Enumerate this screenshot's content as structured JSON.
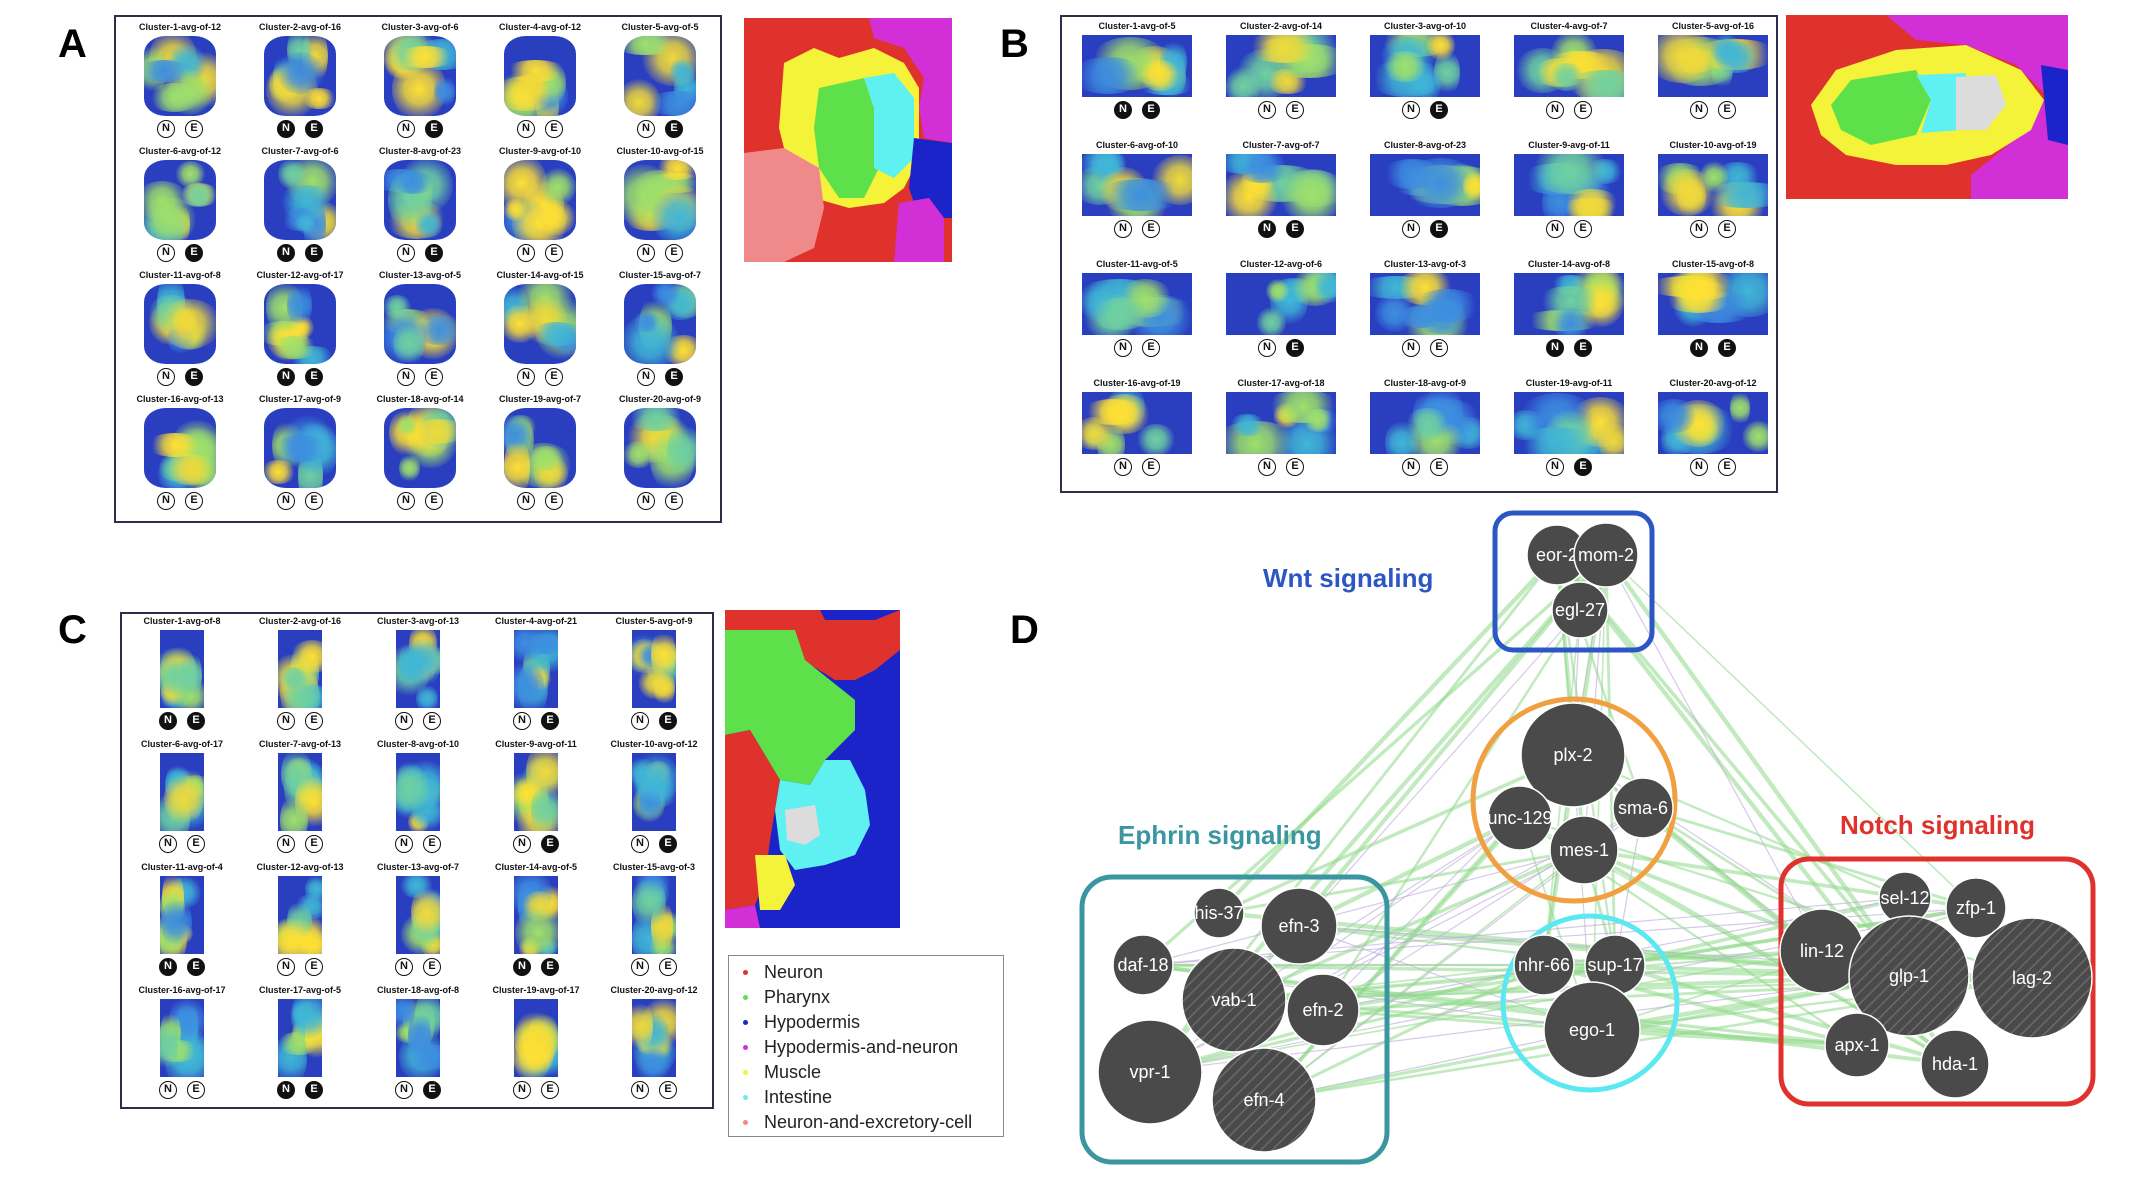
{
  "panel_letters": {
    "a": "A",
    "b": "B",
    "c": "C",
    "d": "D"
  },
  "panelA": {
    "clusters": [
      {
        "title": "Cluster-1-avg-of-12",
        "n": false,
        "e": false
      },
      {
        "title": "Cluster-2-avg-of-16",
        "n": true,
        "e": true
      },
      {
        "title": "Cluster-3-avg-of-6",
        "n": false,
        "e": true
      },
      {
        "title": "Cluster-4-avg-of-12",
        "n": false,
        "e": false
      },
      {
        "title": "Cluster-5-avg-of-5",
        "n": false,
        "e": true
      },
      {
        "title": "Cluster-6-avg-of-12",
        "n": false,
        "e": true
      },
      {
        "title": "Cluster-7-avg-of-6",
        "n": true,
        "e": true
      },
      {
        "title": "Cluster-8-avg-of-23",
        "n": false,
        "e": true
      },
      {
        "title": "Cluster-9-avg-of-10",
        "n": false,
        "e": false
      },
      {
        "title": "Cluster-10-avg-of-15",
        "n": false,
        "e": false
      },
      {
        "title": "Cluster-11-avg-of-8",
        "n": false,
        "e": true
      },
      {
        "title": "Cluster-12-avg-of-17",
        "n": true,
        "e": true
      },
      {
        "title": "Cluster-13-avg-of-5",
        "n": false,
        "e": false
      },
      {
        "title": "Cluster-14-avg-of-15",
        "n": false,
        "e": false
      },
      {
        "title": "Cluster-15-avg-of-7",
        "n": false,
        "e": true
      },
      {
        "title": "Cluster-16-avg-of-13",
        "n": false,
        "e": false
      },
      {
        "title": "Cluster-17-avg-of-9",
        "n": false,
        "e": false
      },
      {
        "title": "Cluster-18-avg-of-14",
        "n": false,
        "e": false
      },
      {
        "title": "Cluster-19-avg-of-7",
        "n": false,
        "e": false
      },
      {
        "title": "Cluster-20-avg-of-9",
        "n": false,
        "e": false
      }
    ]
  },
  "panelB": {
    "clusters": [
      {
        "title": "Cluster-1-avg-of-5",
        "n": true,
        "e": true
      },
      {
        "title": "Cluster-2-avg-of-14",
        "n": false,
        "e": false
      },
      {
        "title": "Cluster-3-avg-of-10",
        "n": false,
        "e": true
      },
      {
        "title": "Cluster-4-avg-of-7",
        "n": false,
        "e": false
      },
      {
        "title": "Cluster-5-avg-of-16",
        "n": false,
        "e": false
      },
      {
        "title": "Cluster-6-avg-of-10",
        "n": false,
        "e": false
      },
      {
        "title": "Cluster-7-avg-of-7",
        "n": true,
        "e": true
      },
      {
        "title": "Cluster-8-avg-of-23",
        "n": false,
        "e": true
      },
      {
        "title": "Cluster-9-avg-of-11",
        "n": false,
        "e": false
      },
      {
        "title": "Cluster-10-avg-of-19",
        "n": false,
        "e": false
      },
      {
        "title": "Cluster-11-avg-of-5",
        "n": false,
        "e": false
      },
      {
        "title": "Cluster-12-avg-of-6",
        "n": false,
        "e": true
      },
      {
        "title": "Cluster-13-avg-of-3",
        "n": false,
        "e": false
      },
      {
        "title": "Cluster-14-avg-of-8",
        "n": true,
        "e": true
      },
      {
        "title": "Cluster-15-avg-of-8",
        "n": true,
        "e": true
      },
      {
        "title": "Cluster-16-avg-of-19",
        "n": false,
        "e": false
      },
      {
        "title": "Cluster-17-avg-of-18",
        "n": false,
        "e": false
      },
      {
        "title": "Cluster-18-avg-of-9",
        "n": false,
        "e": false
      },
      {
        "title": "Cluster-19-avg-of-11",
        "n": false,
        "e": true
      },
      {
        "title": "Cluster-20-avg-of-12",
        "n": false,
        "e": false
      }
    ]
  },
  "panelC": {
    "clusters": [
      {
        "title": "Cluster-1-avg-of-8",
        "n": true,
        "e": true
      },
      {
        "title": "Cluster-2-avg-of-16",
        "n": false,
        "e": false
      },
      {
        "title": "Cluster-3-avg-of-13",
        "n": false,
        "e": false
      },
      {
        "title": "Cluster-4-avg-of-21",
        "n": false,
        "e": true
      },
      {
        "title": "Cluster-5-avg-of-9",
        "n": false,
        "e": true
      },
      {
        "title": "Cluster-6-avg-of-17",
        "n": false,
        "e": false
      },
      {
        "title": "Cluster-7-avg-of-13",
        "n": false,
        "e": false
      },
      {
        "title": "Cluster-8-avg-of-10",
        "n": false,
        "e": false
      },
      {
        "title": "Cluster-9-avg-of-11",
        "n": false,
        "e": true
      },
      {
        "title": "Cluster-10-avg-of-12",
        "n": false,
        "e": true
      },
      {
        "title": "Cluster-11-avg-of-4",
        "n": true,
        "e": true
      },
      {
        "title": "Cluster-12-avg-of-13",
        "n": false,
        "e": false
      },
      {
        "title": "Cluster-13-avg-of-7",
        "n": false,
        "e": false
      },
      {
        "title": "Cluster-14-avg-of-5",
        "n": true,
        "e": true
      },
      {
        "title": "Cluster-15-avg-of-3",
        "n": false,
        "e": false
      },
      {
        "title": "Cluster-16-avg-of-17",
        "n": false,
        "e": false
      },
      {
        "title": "Cluster-17-avg-of-5",
        "n": true,
        "e": true
      },
      {
        "title": "Cluster-18-avg-of-8",
        "n": false,
        "e": true
      },
      {
        "title": "Cluster-19-avg-of-17",
        "n": false,
        "e": false
      },
      {
        "title": "Cluster-20-avg-of-12",
        "n": false,
        "e": false
      }
    ],
    "legend": [
      {
        "label": "Neuron",
        "color": "#e0322c"
      },
      {
        "label": "Pharynx",
        "color": "#5de04a"
      },
      {
        "label": "Hypodermis",
        "color": "#1a24c8"
      },
      {
        "label": "Hypodermis-and-neuron",
        "color": "#d22fd6"
      },
      {
        "label": "Muscle",
        "color": "#f5f23a"
      },
      {
        "label": "Intestine",
        "color": "#5ff0f2"
      },
      {
        "label": "Neuron-and-excretory-cell",
        "color": "#f08a8a"
      }
    ]
  },
  "marker_labels": {
    "n": "N",
    "e": "E"
  },
  "panelD": {
    "groups": [
      {
        "id": "wnt",
        "label": "Wnt signaling",
        "color": "#2c56c4"
      },
      {
        "id": "ephrin",
        "label": "Ephrin signaling",
        "color": "#3a96a0"
      },
      {
        "id": "notch",
        "label": "Notch signaling",
        "color": "#e0322c"
      },
      {
        "id": "center",
        "label": "",
        "color": "#f0a040"
      },
      {
        "id": "ego",
        "label": "",
        "color": "#5ce8f0"
      }
    ],
    "genes": [
      {
        "name": "eor-2",
        "group": "wnt"
      },
      {
        "name": "mom-2",
        "group": "wnt"
      },
      {
        "name": "egl-27",
        "group": "wnt"
      },
      {
        "name": "plx-2",
        "group": "center"
      },
      {
        "name": "sma-6",
        "group": "center"
      },
      {
        "name": "unc-129",
        "group": "center"
      },
      {
        "name": "mes-1",
        "group": "center"
      },
      {
        "name": "nhr-66",
        "group": "ego"
      },
      {
        "name": "sup-17",
        "group": "ego"
      },
      {
        "name": "ego-1",
        "group": "ego"
      },
      {
        "name": "his-37",
        "group": "ephrin"
      },
      {
        "name": "efn-3",
        "group": "ephrin"
      },
      {
        "name": "daf-18",
        "group": "ephrin"
      },
      {
        "name": "vab-1",
        "group": "ephrin",
        "hatched": true
      },
      {
        "name": "efn-2",
        "group": "ephrin"
      },
      {
        "name": "vpr-1",
        "group": "ephrin"
      },
      {
        "name": "efn-4",
        "group": "ephrin",
        "hatched": true
      },
      {
        "name": "sel-12",
        "group": "notch"
      },
      {
        "name": "zfp-1",
        "group": "notch"
      },
      {
        "name": "lin-12",
        "group": "notch"
      },
      {
        "name": "glp-1",
        "group": "notch",
        "hatched": true
      },
      {
        "name": "lag-2",
        "group": "notch",
        "hatched": true
      },
      {
        "name": "apx-1",
        "group": "notch"
      },
      {
        "name": "hda-1",
        "group": "notch"
      }
    ]
  }
}
